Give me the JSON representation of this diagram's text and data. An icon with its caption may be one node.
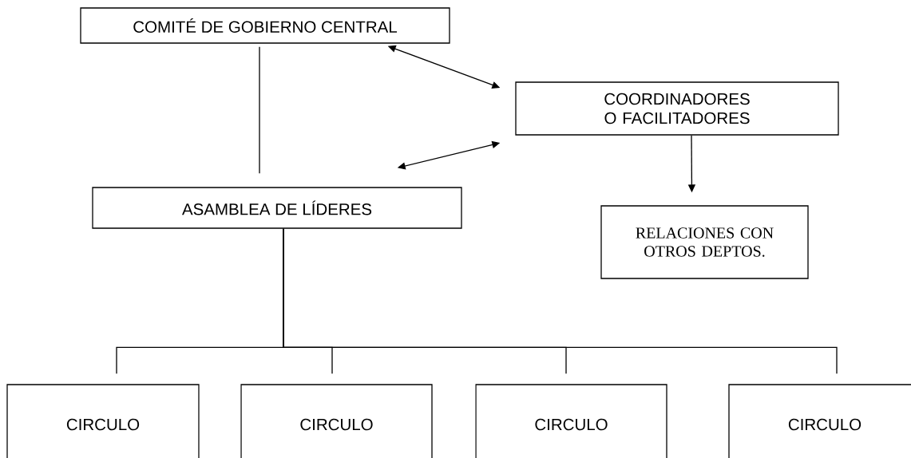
{
  "diagram": {
    "nodes": [
      {
        "text": [
          "COMITÉ DE GOBIERNO CENTRAL"
        ]
      },
      {
        "text": [
          "ASAMBLEA DE LÍDERES"
        ]
      },
      {
        "text": [
          "COORDINADORES O FACILITADORES"
        ]
      },
      {
        "text": [
          "RELACIONES CON OTROS DEPTOS."
        ]
      },
      {
        "text": [
          "CIRCULO"
        ]
      },
      {
        "text": [
          "CIRCULO"
        ]
      },
      {
        "text": [
          "CIRCULO"
        ]
      },
      {
        "text": [
          "CIRCULO"
        ]
      }
    ],
    "edges": [
      {
        "from": 0,
        "to": 1,
        "arrow": "none"
      },
      {
        "from": 0,
        "to": 2,
        "arrow": "both"
      },
      {
        "from": 1,
        "to": 2,
        "arrow": "both"
      },
      {
        "from": 2,
        "to": 3,
        "arrow": "to"
      },
      {
        "from": 1,
        "to": 4,
        "arrow": "none"
      },
      {
        "from": 1,
        "to": 5,
        "arrow": "none"
      },
      {
        "from": 1,
        "to": 6,
        "arrow": "none"
      },
      {
        "from": 1,
        "to": 7,
        "arrow": "none"
      }
    ]
  }
}
